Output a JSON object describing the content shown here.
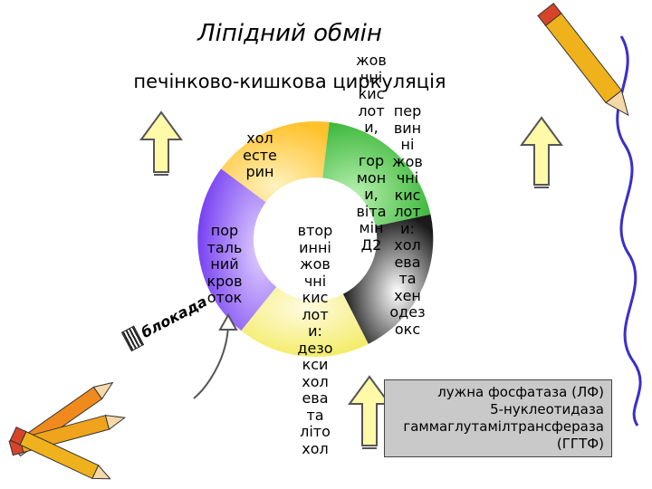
{
  "title": "Ліпідний обмін",
  "subtitle": "печінково-кишкова циркуляція",
  "wheel": {
    "segments": [
      {
        "name": "holesteryn",
        "text": "хол\nесте\nрин",
        "color": "#ffc83a"
      },
      {
        "name": "zhovchni-kysloty-hormony",
        "text": "жов\nчні\nкис\nлот\nи,\n\nгор\nмон\nи,\nвіта\nмін\nД2",
        "color": "#2fb32f"
      },
      {
        "name": "pervynni",
        "text": "пер\nвин\nні\nжов\nчні\nкис\nлот\nи:\nхол\nева\nта\nхен\nодез\nокс",
        "color": "#1a1a1a"
      },
      {
        "name": "vtorynni-ring",
        "text": "",
        "color": "#f4ef7a"
      },
      {
        "name": "portalnyi",
        "text": "пор\nталь\nний\nкров\nоток",
        "color": "#7a3ff0"
      }
    ],
    "center_text": "втор\nинні\nжов\nчні\nкис\nлот\nи:\nдезо\nкси\nхол\nева\nта\nліто\nхол"
  },
  "blockade_label": "блокада",
  "lab_box": {
    "lines": [
      "лужна фосфатаза (ЛФ)",
      "5-нуклеотидаза",
      "гаммаглутамілтрансфераза",
      "(ГГТФ)"
    ]
  },
  "colors": {
    "arrow_fill": "#fff9a8",
    "arrow_stroke": "#555555",
    "squiggle": "#3a2fc9"
  }
}
